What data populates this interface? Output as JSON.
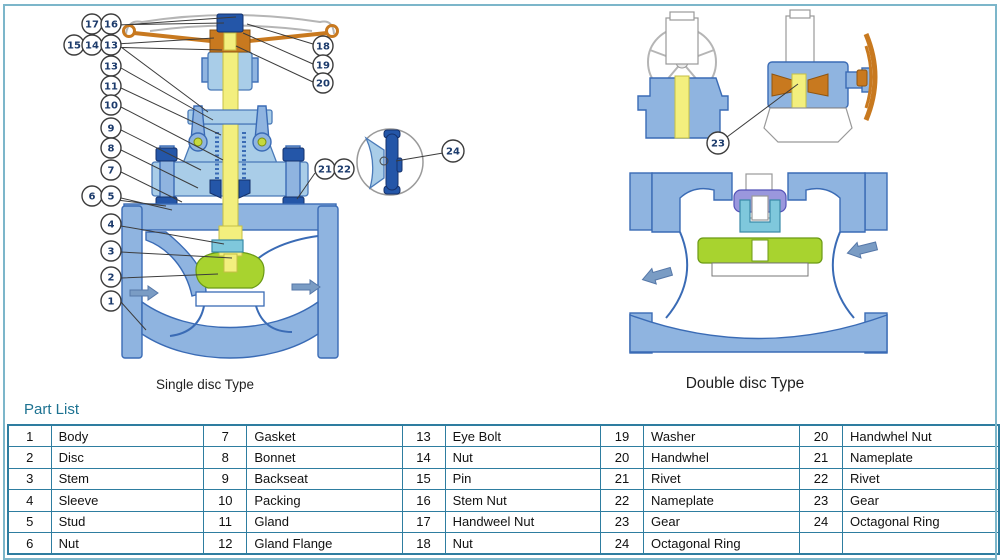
{
  "palette": {
    "frame": "#7cb6ca",
    "table_border": "#2e7da0",
    "heading_teal": "#1d7291",
    "body_blue": "#8fb4e0",
    "light_blue": "#a9cde8",
    "teal": "#7fc8dc",
    "stem_yellow": "#f3ef7e",
    "disc_green": "#a8d32f",
    "handwheel_orange": "#c8791f",
    "dark_blue": "#2456a8",
    "ghost_gray": "#b5b5b5"
  },
  "headings": {
    "part_list": "Part List"
  },
  "captions": {
    "single": "Single disc Type",
    "double": "Double disc Type"
  },
  "callouts": {
    "s17": "17",
    "s16": "16",
    "s15": "15",
    "s14": "14",
    "s13a": "13",
    "s13b": "13",
    "s11": "11",
    "s10": "10",
    "s9": "9",
    "s8": "8",
    "s7": "7",
    "s6": "6",
    "s5": "5",
    "s4": "4",
    "s3": "3",
    "s2": "2",
    "s1": "1",
    "s18": "18",
    "s19": "19",
    "s20": "20",
    "s21": "21",
    "s22": "22",
    "detail": "24",
    "gear": "23"
  },
  "parts_table": {
    "rows": [
      [
        [
          "1",
          "Body"
        ],
        [
          "7",
          "Gasket"
        ],
        [
          "13",
          "Eye Bolt"
        ],
        [
          "19",
          "Washer"
        ],
        [
          "20",
          "Handwhel Nut"
        ]
      ],
      [
        [
          "2",
          "Disc"
        ],
        [
          "8",
          "Bonnet"
        ],
        [
          "14",
          "Nut"
        ],
        [
          "20",
          "Handwhel"
        ],
        [
          "21",
          "Nameplate"
        ]
      ],
      [
        [
          "3",
          "Stem"
        ],
        [
          "9",
          "Backseat"
        ],
        [
          "15",
          "Pin"
        ],
        [
          "21",
          "Rivet"
        ],
        [
          "22",
          "Rivet"
        ]
      ],
      [
        [
          "4",
          "Sleeve"
        ],
        [
          "10",
          "Packing"
        ],
        [
          "16",
          "Stem Nut"
        ],
        [
          "22",
          "Nameplate"
        ],
        [
          "23",
          "Gear"
        ]
      ],
      [
        [
          "5",
          "Stud"
        ],
        [
          "11",
          "Gland"
        ],
        [
          "17",
          "Handweel Nut"
        ],
        [
          "23",
          "Gear"
        ],
        [
          "24",
          "Octagonal Ring"
        ]
      ],
      [
        [
          "6",
          "Nut"
        ],
        [
          "12",
          "Gland Flange"
        ],
        [
          "18",
          "Nut"
        ],
        [
          "24",
          "Octagonal Ring"
        ],
        [
          "",
          ""
        ]
      ]
    ]
  }
}
